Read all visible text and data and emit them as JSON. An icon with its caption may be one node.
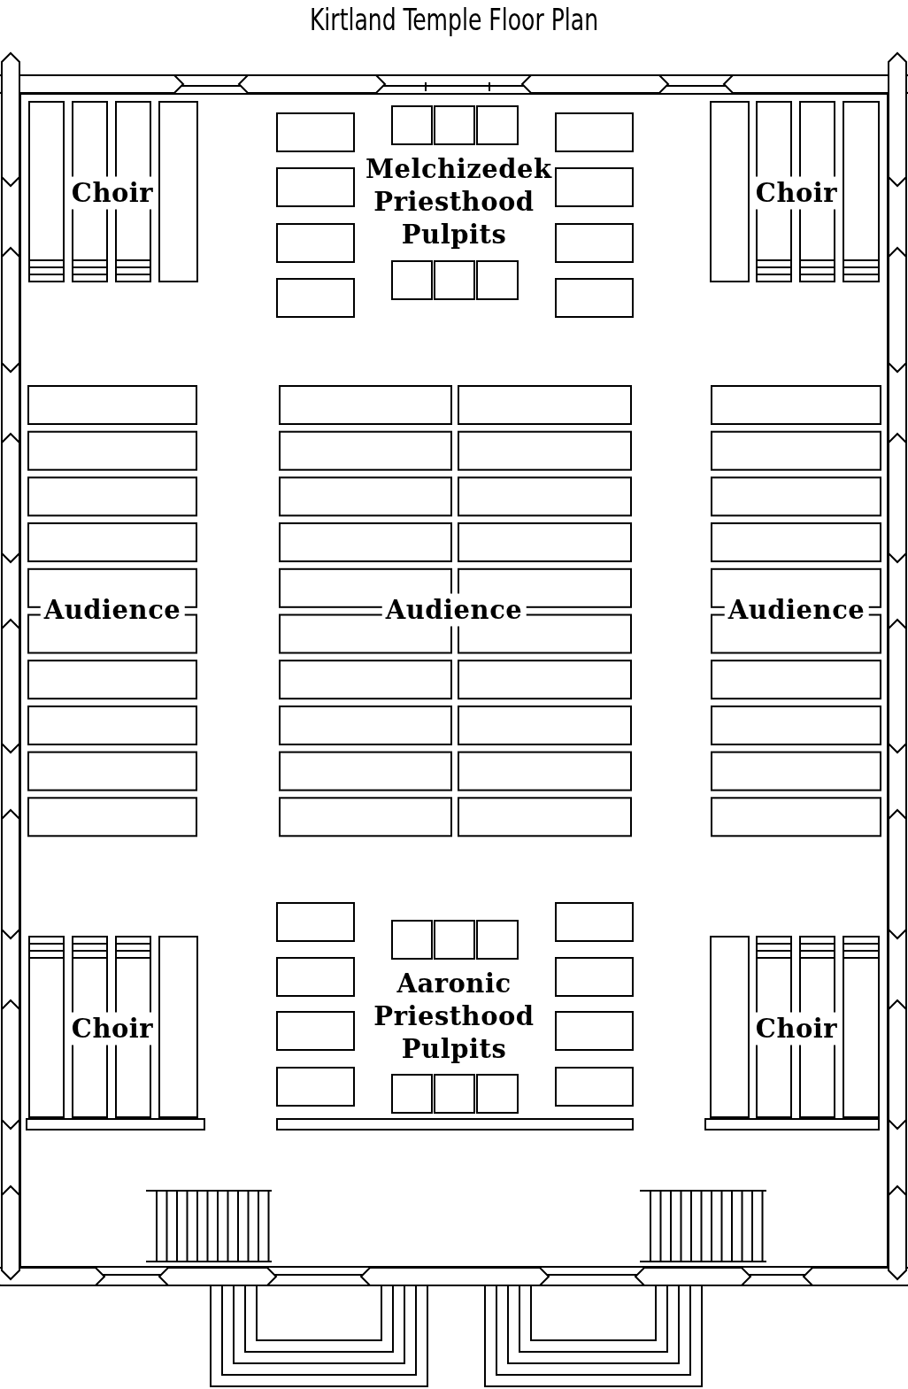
{
  "diagram": {
    "title": "Kirtland Temple Floor Plan",
    "labels": [
      "Choir",
      "Melchizedek Priesthood Pulpits",
      "Choir",
      "Audience",
      "Audience",
      "Audience",
      "Choir",
      "Aaronic Priesthood Pulpits",
      "Choir"
    ]
  }
}
